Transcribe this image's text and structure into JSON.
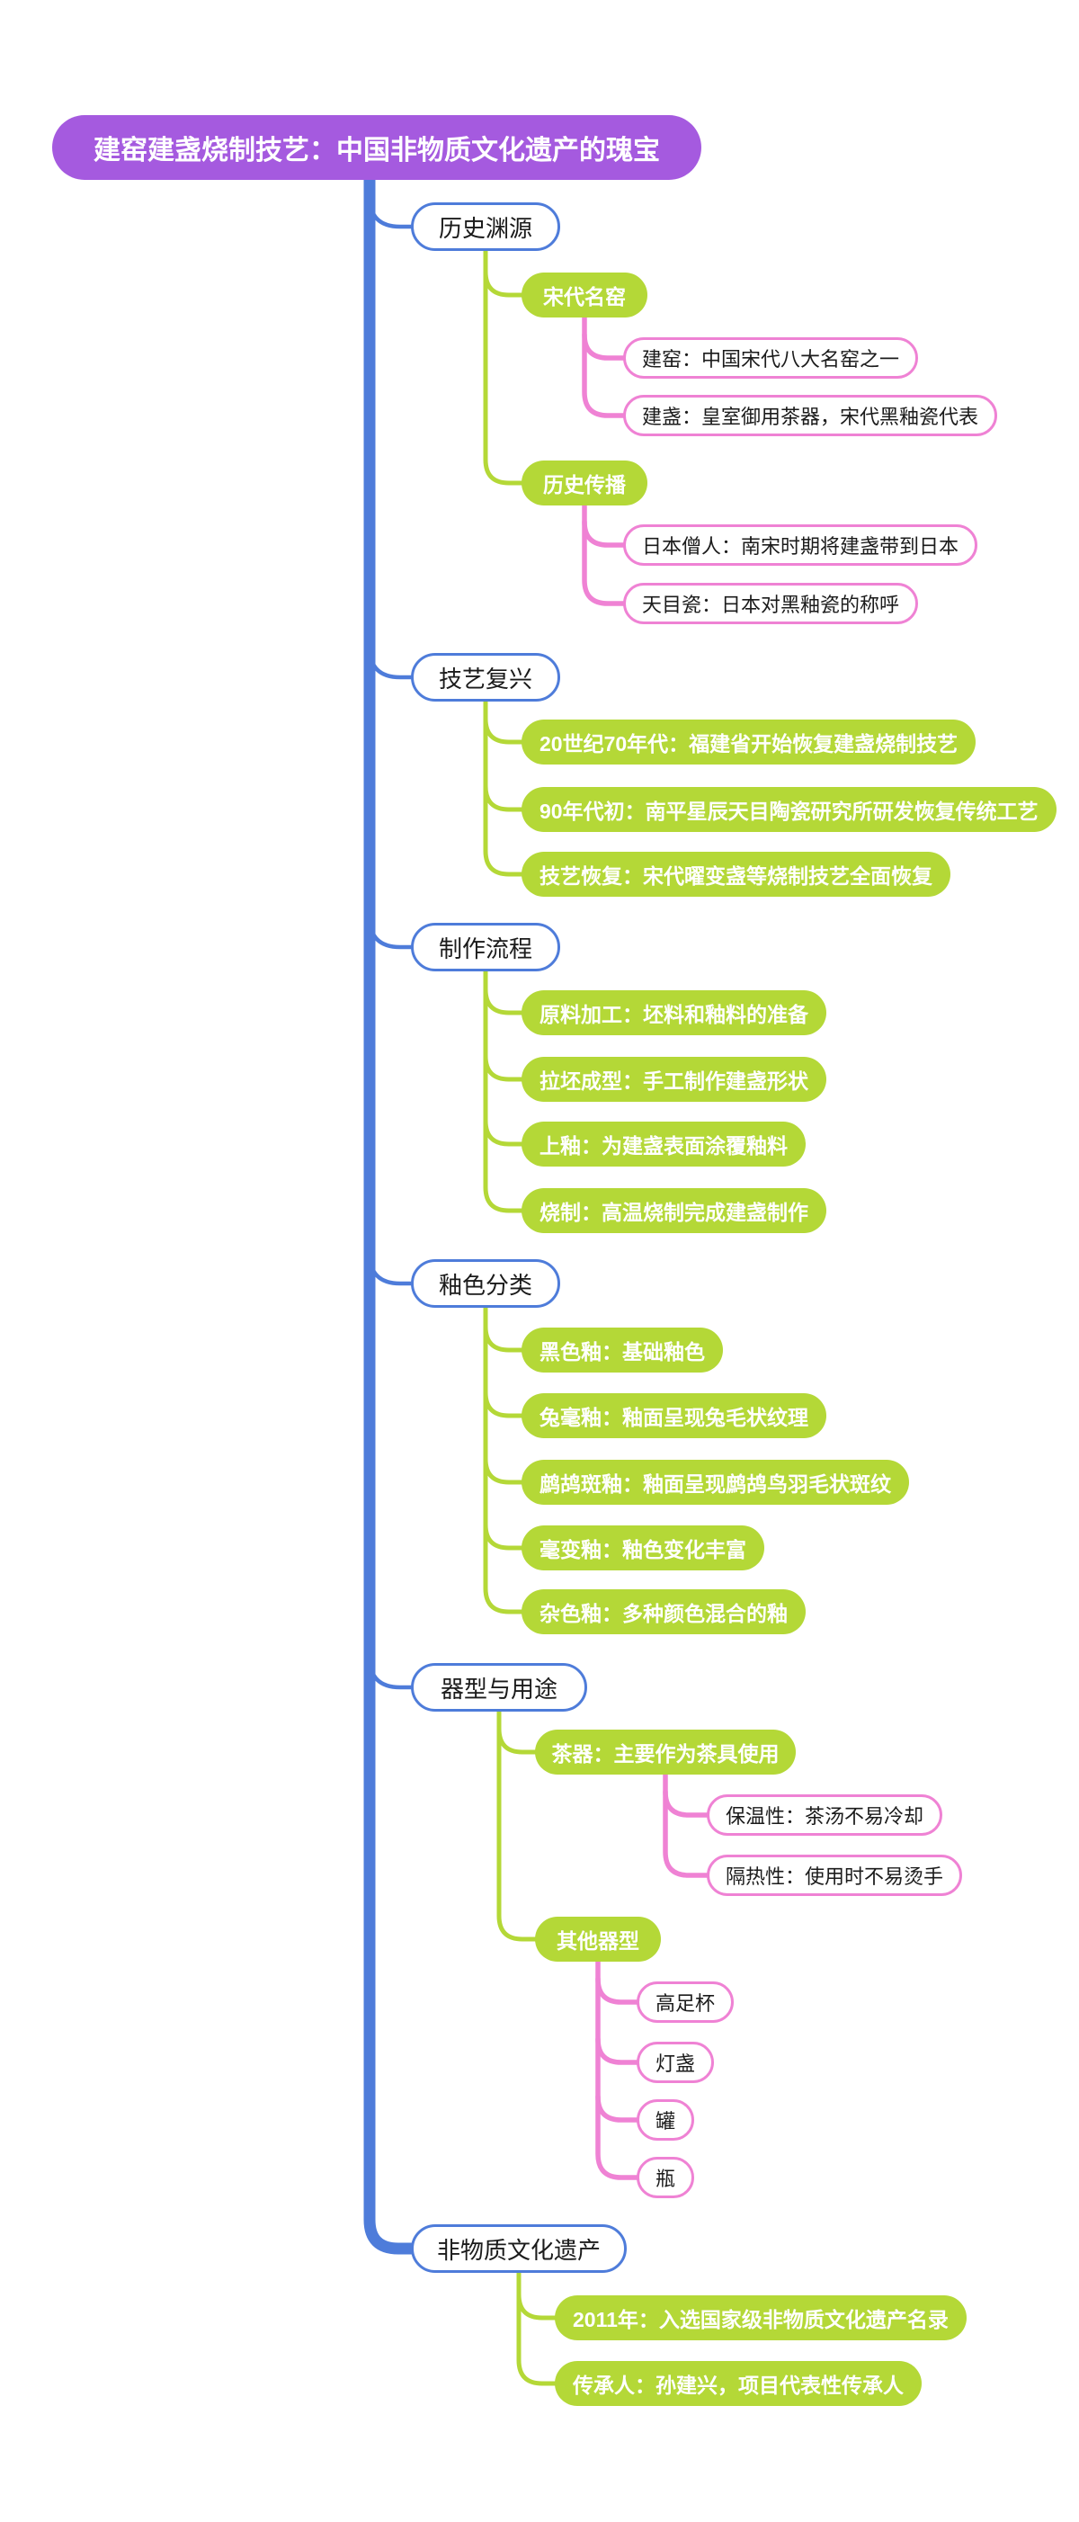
{
  "root": {
    "label": "建窑建盏烧制技艺：中国非物质文化遗产的瑰宝"
  },
  "colors": {
    "root_fill": "#A55ADF",
    "branch_border": "#4E7CDA",
    "trunk_line": "#4E7CDA",
    "topic_fill": "#B4D837",
    "topic_line": "#B4D837",
    "leaf_border": "#EF82D4",
    "leaf_line": "#EF82D4",
    "text_dark": "#1b1b1b",
    "text_light": "#ffffff"
  },
  "branches": [
    {
      "label": "历史渊源",
      "children": [
        {
          "label": "宋代名窑",
          "leaves": [
            "建窑：中国宋代八大名窑之一",
            "建盏：皇室御用茶器，宋代黑釉瓷代表"
          ]
        },
        {
          "label": "历史传播",
          "leaves": [
            "日本僧人：南宋时期将建盏带到日本",
            "天目瓷：日本对黑釉瓷的称呼"
          ]
        }
      ]
    },
    {
      "label": "技艺复兴",
      "children": [
        {
          "label": "20世纪70年代：福建省开始恢复建盏烧制技艺"
        },
        {
          "label": "90年代初：南平星辰天目陶瓷研究所研发恢复传统工艺"
        },
        {
          "label": "技艺恢复：宋代曜变盏等烧制技艺全面恢复"
        }
      ]
    },
    {
      "label": "制作流程",
      "children": [
        {
          "label": "原料加工：坯料和釉料的准备"
        },
        {
          "label": "拉坯成型：手工制作建盏形状"
        },
        {
          "label": "上釉：为建盏表面涂覆釉料"
        },
        {
          "label": "烧制：高温烧制完成建盏制作"
        }
      ]
    },
    {
      "label": "釉色分类",
      "children": [
        {
          "label": "黑色釉：基础釉色"
        },
        {
          "label": "兔毫釉：釉面呈现兔毛状纹理"
        },
        {
          "label": "鹧鸪斑釉：釉面呈现鹧鸪鸟羽毛状斑纹"
        },
        {
          "label": "毫变釉：釉色变化丰富"
        },
        {
          "label": "杂色釉：多种颜色混合的釉"
        }
      ]
    },
    {
      "label": "器型与用途",
      "children": [
        {
          "label": "茶器：主要作为茶具使用",
          "leaves": [
            "保温性：茶汤不易冷却",
            "隔热性：使用时不易烫手"
          ]
        },
        {
          "label": "其他器型",
          "leaves": [
            "高足杯",
            "灯盏",
            "罐",
            "瓶"
          ]
        }
      ]
    },
    {
      "label": "非物质文化遗产",
      "children": [
        {
          "label": "2011年：入选国家级非物质文化遗产名录"
        },
        {
          "label": "传承人：孙建兴，项目代表性传承人"
        }
      ]
    }
  ]
}
